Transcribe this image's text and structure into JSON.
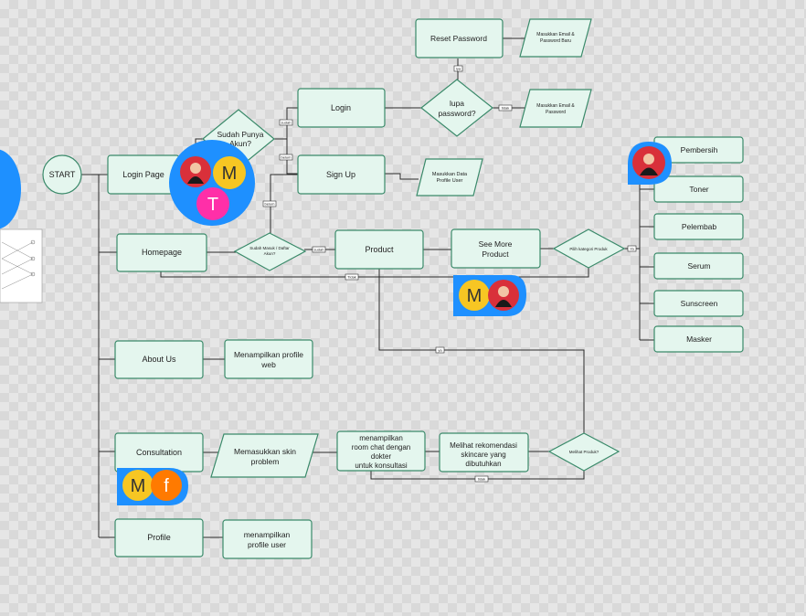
{
  "nodes": {
    "start": "START",
    "login_page": "Login Page",
    "sudah_punya_akun_1": "Sudah Punya",
    "sudah_punya_akun_2": "Akun?",
    "login": "Login",
    "sign_up": "Sign Up",
    "lupa_password_1": "lupa",
    "lupa_password_2": "password?",
    "reset_password": "Reset Password",
    "masukkan_email_baru_1": "Masukkan Email &",
    "masukkan_email_baru_2": "Password Baru",
    "masukkan_email_1": "Masukkan Email &",
    "masukkan_email_2": "Password",
    "masukkan_data_1": "Masukkan Data",
    "masukkan_data_2": "Profile User",
    "homepage": "Homepage",
    "sudah_masuk_1": "Sudah Masuk / Daftar",
    "sudah_masuk_2": "Akun?",
    "product": "Product",
    "see_more_1": "See More",
    "see_more_2": "Product",
    "pilih_kategori": "Pilih kategori Produk",
    "pembersih": "Pembersih",
    "toner": "Toner",
    "pelembab": "Pelembab",
    "serum": "Serum",
    "sunscreen": "Sunscreen",
    "masker": "Masker",
    "about_us": "About Us",
    "menampilkan_profile_web_1": "Menampilkan profile",
    "menampilkan_profile_web_2": "web",
    "consultation": "Consultation",
    "masukkan_skin_1": "Memasukkan skin",
    "masukkan_skin_2": "problem",
    "room_chat_1": "menampilkan",
    "room_chat_2": "room chat dengan",
    "room_chat_3": "dokter",
    "room_chat_4": "untuk konsultasi",
    "rekomendasi_1": "Melihat rekomendasi",
    "rekomendasi_2": "skincare yang",
    "rekomendasi_3": "dibutuhkan",
    "melihat_produk": "Melihat Produk?",
    "profile": "Profile",
    "menampilkan_user_1": "menampilkan",
    "menampilkan_user_2": "profile user"
  },
  "edge_labels": {
    "sudah": "sudah",
    "belum_1": "belum",
    "belum_2": "belum",
    "iya_lupa": "iya",
    "tidak_lupa": "tidak",
    "masuk": "sudah",
    "tidak_home": "Tidak",
    "ya_kategori": "Ya",
    "ya_produk": "ya",
    "tidak_produk": "tidak"
  },
  "avatars": {
    "letter_m": "M",
    "letter_t": "T",
    "letter_f": "f"
  },
  "colors": {
    "node_fill": "#e4f6ee",
    "node_stroke": "#3a8a6a",
    "cursor_blue": "#1e90ff",
    "avatar_yellow": "#f7c623",
    "avatar_pink": "#ff2fa8",
    "avatar_orange": "#ff7a00"
  }
}
